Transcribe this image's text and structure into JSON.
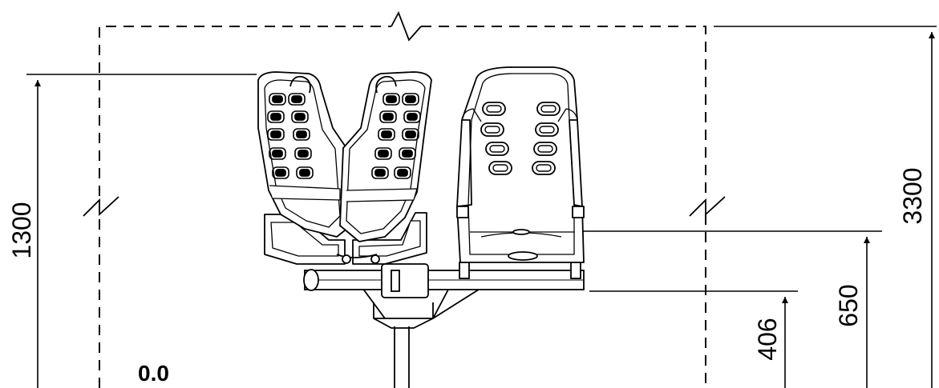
{
  "dimensions": {
    "total_height": "1300",
    "clearance_height": "3300",
    "seat_height": "650",
    "platform_height": "406"
  },
  "ground_level": "0.0"
}
